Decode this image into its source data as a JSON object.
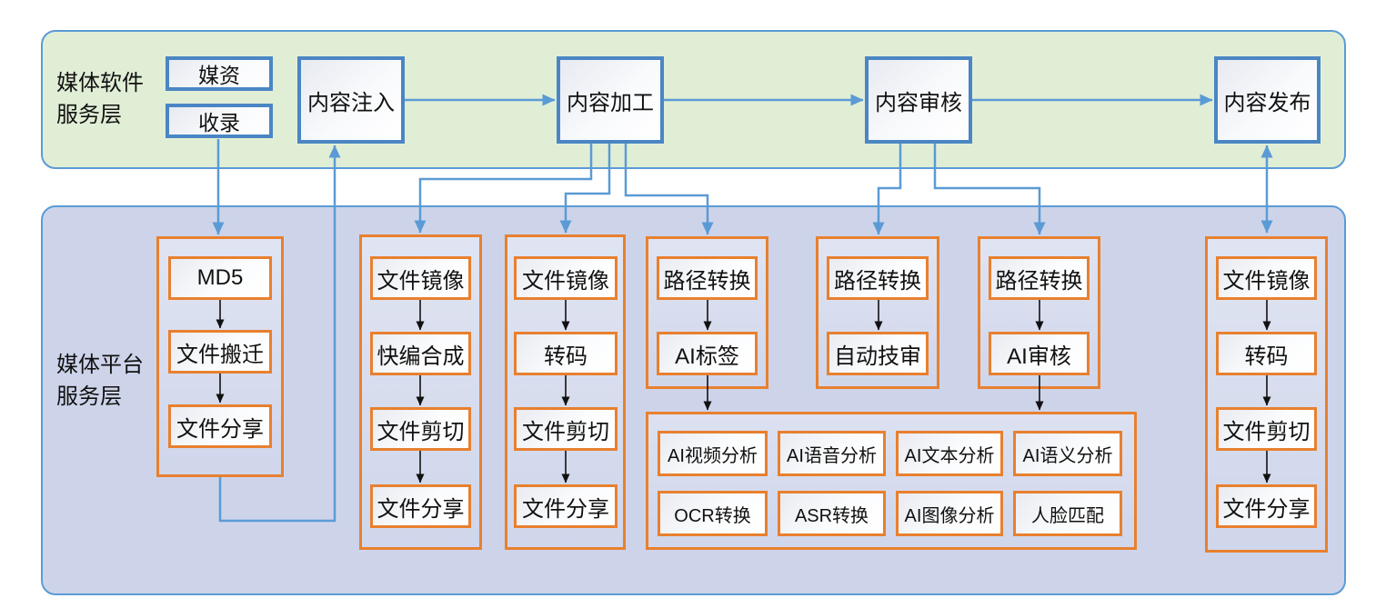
{
  "software_layer": {
    "label_lines": [
      "媒体软件",
      "服务层"
    ],
    "sources": [
      "媒资",
      "收录"
    ],
    "flow": [
      "内容注入",
      "内容加工",
      "内容审核",
      "内容发布"
    ]
  },
  "platform_layer": {
    "label_lines": [
      "媒体平台",
      "服务层"
    ],
    "groups": [
      {
        "boxes": [
          "MD5",
          "文件搬迁",
          "文件分享"
        ]
      },
      {
        "boxes": [
          "文件镜像",
          "快编合成",
          "文件剪切",
          "文件分享"
        ]
      },
      {
        "boxes": [
          "文件镜像",
          "转码",
          "文件剪切",
          "文件分享"
        ]
      },
      {
        "boxes": [
          "路径转换",
          "AI标签"
        ]
      },
      {
        "boxes": [
          "路径转换",
          "自动技审"
        ]
      },
      {
        "boxes": [
          "路径转换",
          "AI审核"
        ]
      },
      {
        "boxes": [
          "文件镜像",
          "转码",
          "文件剪切",
          "文件分享"
        ]
      }
    ],
    "ai_grid": {
      "rows": [
        [
          "AI视频分析",
          "AI语音分析",
          "AI文本分析",
          "AI语义分析"
        ],
        [
          "OCR转换",
          "ASR转换",
          "AI图像分析",
          "人脸匹配"
        ]
      ]
    }
  },
  "colors": {
    "green_layer_fill": "#e1eed6",
    "blue_layer_fill": "#cdd4ea",
    "layer_border": "#5b9bd5",
    "flow_box_border": "#4a86c4",
    "orange_border": "#e8802f",
    "arrow_blue": "#5b9bd5",
    "arrow_black": "#111111"
  }
}
